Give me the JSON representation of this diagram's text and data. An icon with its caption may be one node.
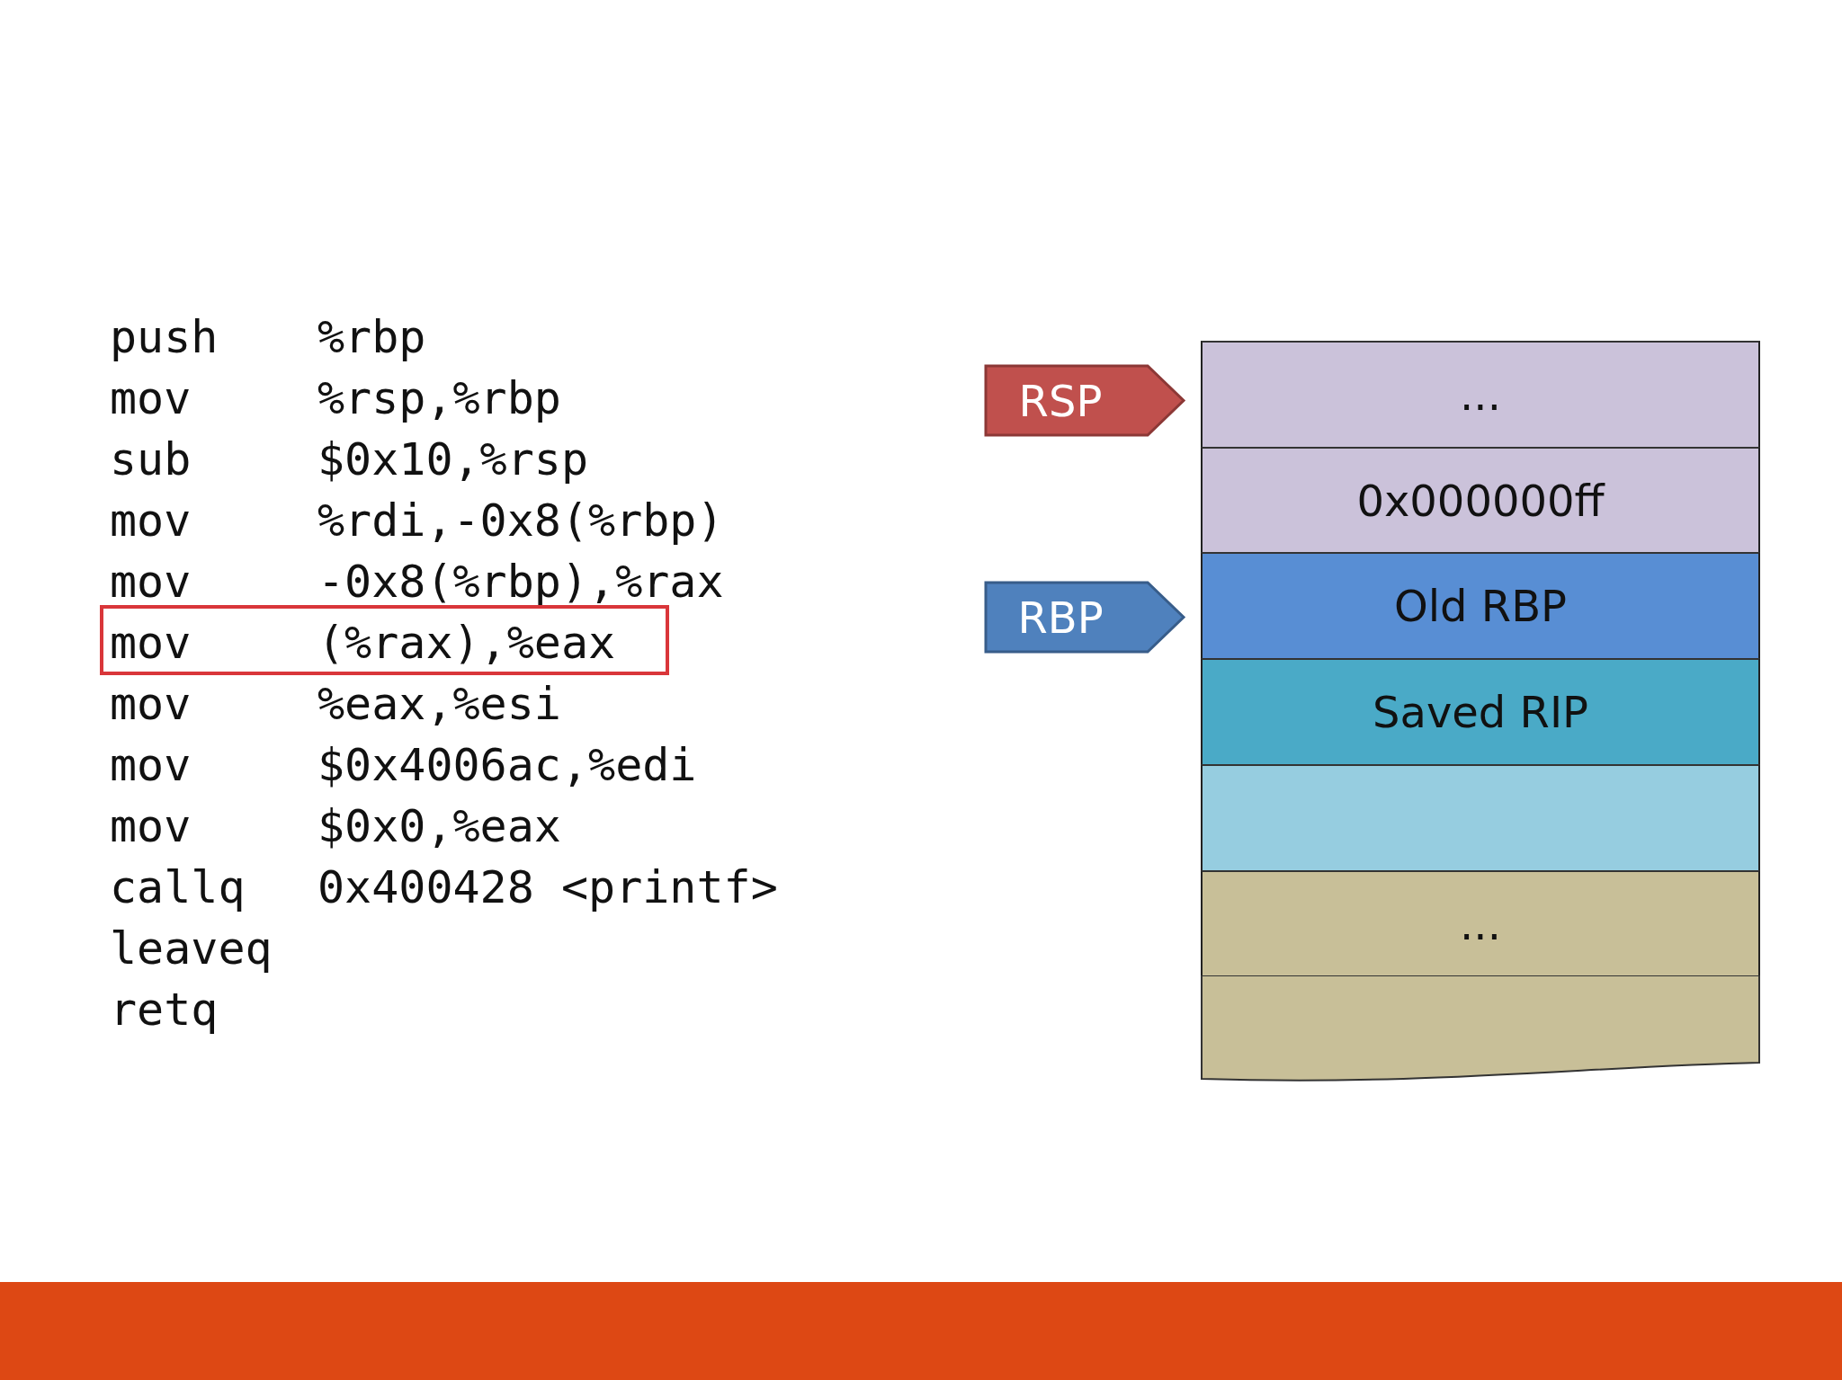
{
  "diagram": {
    "nodes": [
      {
        "text": [
          "RSP"
        ]
      },
      {
        "text": [
          "RBP"
        ]
      },
      {
        "text": [
          "..."
        ]
      },
      {
        "text": [
          "0x000000ff"
        ]
      },
      {
        "text": [
          "Old RBP"
        ]
      },
      {
        "text": [
          "Saved RIP"
        ]
      },
      {
        "text": [],
        "shape": "box"
      },
      {
        "text": [
          "..."
        ]
      },
      {
        "text": [],
        "shape": "box"
      },
      {
        "text": [
          "mov",
          "(%rax),%eax"
        ]
      }
    ],
    "labels": [
      "push",
      "%rbp",
      "mov",
      "%rsp,%rbp",
      "sub",
      "$0x10,%rsp",
      "mov",
      "%rdi,-0x8(%rbp)",
      "mov",
      "-0x8(%rbp),%rax",
      "mov",
      "%eax,%esi",
      "mov",
      "$0x4006ac,%edi",
      "mov",
      "$0x0,%eax",
      "callq",
      "0x400428 <printf>",
      "leaveq",
      "retq"
    ]
  }
}
